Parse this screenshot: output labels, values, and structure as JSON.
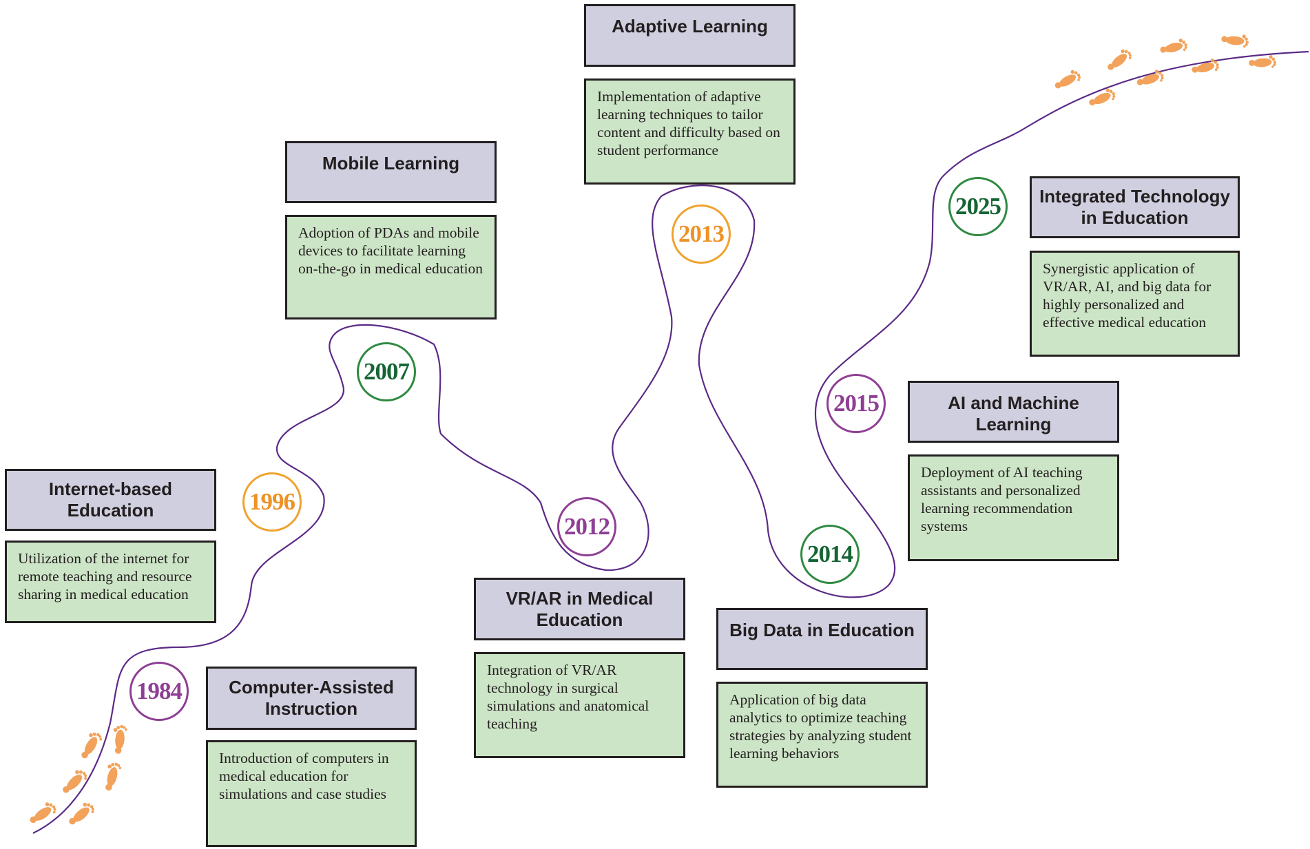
{
  "colors": {
    "path": "#5b2a86",
    "title_fill": "#d0cfe0",
    "desc_fill": "#cde5c7",
    "border": "#231f20",
    "footprint": "#f2a25a",
    "year_purple": "#8e3f95",
    "year_orange": "#f0a22e",
    "year_green": "#156534"
  },
  "icons": [
    "footprint-icon"
  ],
  "milestones": [
    {
      "year": "1984",
      "title": "Computer-Assisted\nInstruction",
      "description": "Introduction of computers in medical education for simulations and case studies"
    },
    {
      "year": "1996",
      "title": "Internet-based\nEducation",
      "description": "Utilization of the internet for  remote teaching and resource sharing in medical education"
    },
    {
      "year": "2007",
      "title": "Mobile Learning",
      "description": "Adoption of PDAs and mobile devices to facilitate learning on-the-go in medical education"
    },
    {
      "year": "2012",
      "title": "VR/AR in Medical\nEducation",
      "description": "Integration of VR/AR technology in surgical simulations and anatomical teaching"
    },
    {
      "year": "2013",
      "title": "Adaptive Learning",
      "description": "Implementation of adaptive learning techniques to tailor content and difficulty based on student performance"
    },
    {
      "year": "2014",
      "title": "Big Data in Education",
      "description": "Application of big data analytics to optimize teaching strategies by analyzing student learning behaviors"
    },
    {
      "year": "2015",
      "title": "AI and Machine Learning",
      "description": "Deployment of AI teaching assistants and personalized learning recommendation systems"
    },
    {
      "year": "2025",
      "title": "Integrated Technology\nin Education",
      "description": "Synergistic application of VR/AR, AI, and big data for highly personalized and effective medical education"
    }
  ]
}
